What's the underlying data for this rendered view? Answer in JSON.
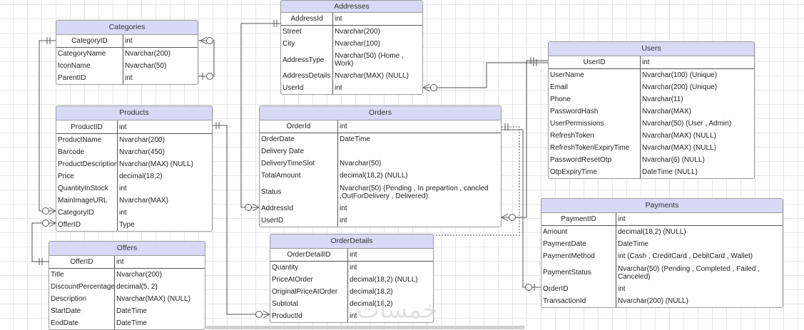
{
  "watermark": "خمسات",
  "tables": [
    {
      "key": "categories",
      "title": "Categories",
      "rows": [
        {
          "name": "CategoryID",
          "type": "int",
          "pk": true
        },
        {
          "name": "CategoryName",
          "type": "Nvarchar(200)"
        },
        {
          "name": "IconName",
          "type": "Nvarchar(50)"
        },
        {
          "name": "ParentID",
          "type": "int"
        }
      ]
    },
    {
      "key": "products",
      "title": "Products",
      "rows": [
        {
          "name": "ProductID",
          "type": "int",
          "pk": true
        },
        {
          "name": "ProductName",
          "type": "Nvarchar(200)"
        },
        {
          "name": "Barcode",
          "type": "Nvarchar(450)"
        },
        {
          "name": "ProductDescription",
          "type": "Nvarchar(MAX) (NULL)"
        },
        {
          "name": "Price",
          "type": "decimal(18,2)"
        },
        {
          "name": "QuantityInStock",
          "type": "int"
        },
        {
          "name": "MainImageURL",
          "type": "Nvarchar(MAX)"
        },
        {
          "name": "CategoryID",
          "type": "int"
        },
        {
          "name": "OfferID",
          "type": "Type"
        }
      ]
    },
    {
      "key": "offers",
      "title": "Offers",
      "rows": [
        {
          "name": "OfferID",
          "type": "int",
          "pk": true
        },
        {
          "name": "Title",
          "type": "Nvarchar(200)"
        },
        {
          "name": "DiscountPercentage",
          "type": "decimal(5, 2)"
        },
        {
          "name": "Description",
          "type": "Nvarchar(MAX) (NULL)"
        },
        {
          "name": "StartDate",
          "type": "DateTime"
        },
        {
          "name": "EndDate",
          "type": "DateTime"
        }
      ]
    },
    {
      "key": "addresses",
      "title": "Addresses",
      "rows": [
        {
          "name": "AddressId",
          "type": "int",
          "pk": true
        },
        {
          "name": "Street",
          "type": "Nvarchar(200)"
        },
        {
          "name": "City",
          "type": "Nvarchar(100)"
        },
        {
          "name": "AddressType",
          "type": "Nvarchar(50) (Home , Work)"
        },
        {
          "name": "AddressDetails",
          "type": "Nvarchar(MAX) (NULL)"
        },
        {
          "name": "UserId",
          "type": "int"
        }
      ]
    },
    {
      "key": "orders",
      "title": "Orders",
      "rows": [
        {
          "name": "OrderId",
          "type": "int",
          "pk": true
        },
        {
          "name": "OrderDate",
          "type": "DateTime"
        },
        {
          "name": "Delivery Date",
          "type": ""
        },
        {
          "name": "DeliveryTimeSlot",
          "type": "Nvarchar(50)"
        },
        {
          "name": "TotalAmount",
          "type": "decimal(18,2) (NULL)"
        },
        {
          "name": "Status",
          "type": "Nvarchar(50) (Pending , In prepartion , cancled ,OutForDelivery , Delivered)"
        },
        {
          "name": "AddressId",
          "type": "int"
        },
        {
          "name": "UserID",
          "type": "int"
        }
      ]
    },
    {
      "key": "orderdetails",
      "title": "OrderDetails",
      "rows": [
        {
          "name": "OrderDetailID",
          "type": "int",
          "pk": true
        },
        {
          "name": "Quantity",
          "type": "int"
        },
        {
          "name": "PriceAtOrder",
          "type": "decimal(18,2) (NULL)"
        },
        {
          "name": "OriginalPriceAtOrder",
          "type": "decimal(18,2)"
        },
        {
          "name": "Subtotal",
          "type": "decimal(18,2)"
        },
        {
          "name": "ProductId",
          "type": "int"
        }
      ]
    },
    {
      "key": "users",
      "title": "Users",
      "rows": [
        {
          "name": "UserID",
          "type": "int",
          "pk": true
        },
        {
          "name": "UserName",
          "type": "Nvarchar(100) (Unique)"
        },
        {
          "name": "Email",
          "type": "Nvarchar(200) (Unique)"
        },
        {
          "name": "Phone",
          "type": "Nvarchar(11)"
        },
        {
          "name": "PasswordHash",
          "type": "Nvarchar(MAX)"
        },
        {
          "name": "UserPermissions",
          "type": "Nvarchar(50) (User , Admin)"
        },
        {
          "name": "RefreshToken",
          "type": "Nvarchar(MAX) (NULL)"
        },
        {
          "name": "RefreshTokenExpiryTime",
          "type": "Nvarchar(MAX) (NULL)"
        },
        {
          "name": "PasswordResetOtp",
          "type": "Nvarchar(6)        (NULL)"
        },
        {
          "name": "OtpExpiryTime",
          "type": "DateTime           (NULL)"
        }
      ]
    },
    {
      "key": "payments",
      "title": "Payments",
      "rows": [
        {
          "name": "PaymentID",
          "type": "int",
          "pk": true
        },
        {
          "name": "Amount",
          "type": "decimal(18,2) (NULL)"
        },
        {
          "name": "PaymentDate",
          "type": "DateTime"
        },
        {
          "name": "PaymentMethod",
          "type": "int (Cash , CreditCard , DebitCard , Wallet)"
        },
        {
          "name": "PaymentStatus",
          "type": "Nvarchar(50) (Pending , Completed , Failed , Canceled)"
        },
        {
          "name": "OrderID",
          "type": "int"
        },
        {
          "name": "TransactionId",
          "type": "Nvarchar(200) (NULL)"
        }
      ]
    }
  ]
}
